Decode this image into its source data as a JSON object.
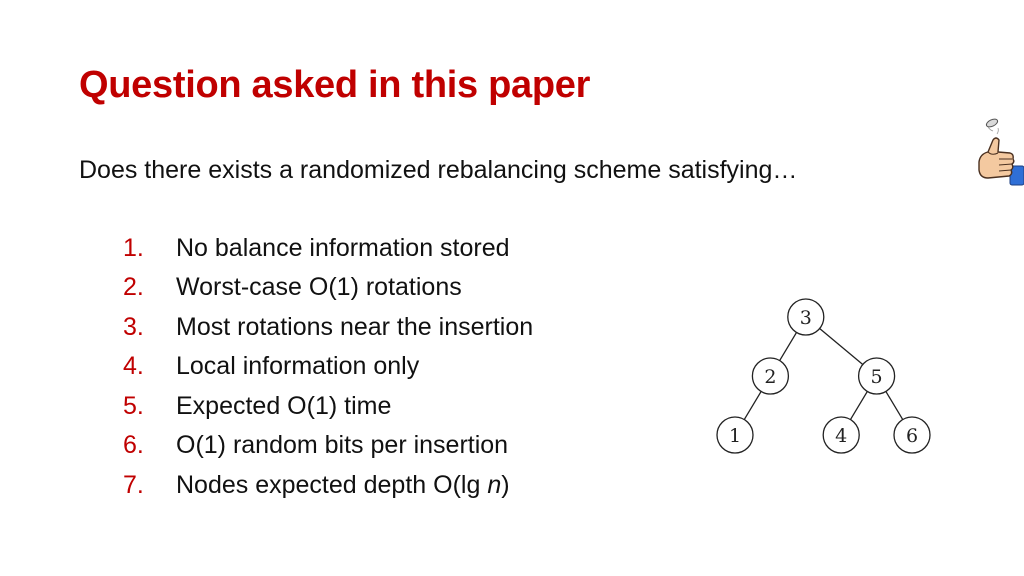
{
  "slide": {
    "title": "Question asked in this paper",
    "subtitle": "Does there exists a randomized rebalancing scheme satisfying…",
    "accent_color": "#c00000"
  },
  "list": {
    "items": [
      {
        "number": "1.",
        "text": "No balance information stored"
      },
      {
        "number": "2.",
        "text": "Worst-case O(1) rotations"
      },
      {
        "number": "3.",
        "text": "Most rotations near the insertion"
      },
      {
        "number": "4.",
        "text": "Local information only"
      },
      {
        "number": "5.",
        "text": "Expected O(1) time"
      },
      {
        "number": "6.",
        "text": "O(1) random bits per insertion"
      },
      {
        "number": "7.",
        "text_before": "Nodes expected depth O(lg ",
        "text_italic": "n",
        "text_after": ")"
      }
    ]
  },
  "tree": {
    "nodes": [
      {
        "id": "n3",
        "label": "3",
        "depth": 0,
        "order": 2
      },
      {
        "id": "n2",
        "label": "2",
        "depth": 1,
        "order": 1
      },
      {
        "id": "n5",
        "label": "5",
        "depth": 1,
        "order": 4
      },
      {
        "id": "n1",
        "label": "1",
        "depth": 2,
        "order": 0
      },
      {
        "id": "n4",
        "label": "4",
        "depth": 2,
        "order": 3
      },
      {
        "id": "n6",
        "label": "6",
        "depth": 2,
        "order": 5
      }
    ],
    "edges": [
      [
        "n3",
        "n2"
      ],
      [
        "n3",
        "n5"
      ],
      [
        "n2",
        "n1"
      ],
      [
        "n5",
        "n4"
      ],
      [
        "n5",
        "n6"
      ]
    ]
  },
  "icons": {
    "thumbs": "thumbs-up-coin-flip-icon"
  }
}
